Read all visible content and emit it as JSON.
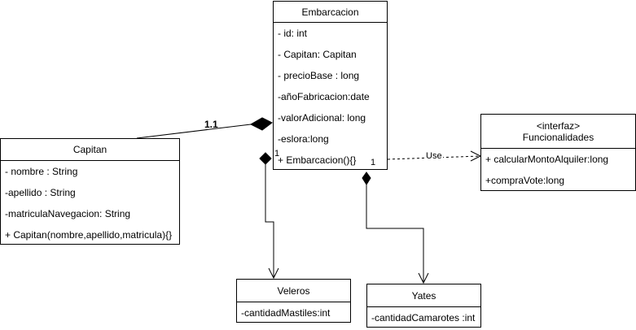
{
  "classes": {
    "embarcacion": {
      "name": "Embarcacion",
      "attributes": [
        "- id: int",
        "- Capitan: Capitan",
        "- precioBase : long",
        "-añoFabricacion:date",
        "-valorAdicional: long",
        "-eslora:long"
      ],
      "operations": [
        "+ Embarcacion(){}"
      ]
    },
    "capitan": {
      "name": "Capitan",
      "attributes": [
        "- nombre : String",
        "-apellido : String",
        "-matriculaNavegacion: String"
      ],
      "operations": [
        "+ Capitan(nombre,apellido,matricula){}"
      ]
    },
    "funcionalidades": {
      "stereotype": "<interfaz>",
      "name": "Funcionalidades",
      "operations": [
        "+ calcularMontoAlquiler:long",
        "+compraVote:long"
      ]
    },
    "veleros": {
      "name": "Veleros",
      "attributes": [
        "-cantidadMastiles:int"
      ]
    },
    "yates": {
      "name": "Yates",
      "attributes": [
        "-cantidadCamarotes :int"
      ]
    }
  },
  "relations": {
    "composition_capitan": {
      "multiplicity": "1.1"
    },
    "dependency_use": {
      "label": "Use",
      "multiplicity_source": "1"
    },
    "veleros_link": {
      "multiplicity": "1"
    }
  }
}
